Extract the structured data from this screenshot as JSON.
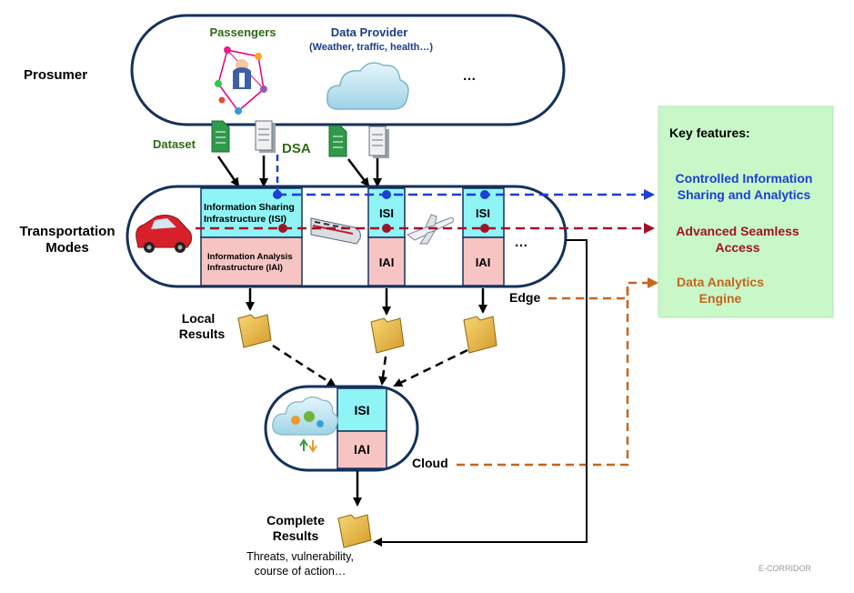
{
  "prosumer": {
    "row_label": "Prosumer",
    "passengers_label": "Passengers",
    "data_provider_label": "Data Provider",
    "data_provider_sub": "(Weather, traffic, health…)",
    "ellipsis": "…"
  },
  "inputs": {
    "dataset_label": "Dataset",
    "dsa_label": "DSA"
  },
  "transport": {
    "row_label_line1": "Transportation",
    "row_label_line2": "Modes",
    "isi_full_line1": "Information Sharing",
    "isi_full_line2": "Infrastructure (ISI)",
    "iai_full_line1": "Information Analysis",
    "iai_full_line2": "Infrastructure (IAI)",
    "isi_short": "ISI",
    "iai_short": "IAI",
    "ellipsis": "…",
    "edge_label": "Edge"
  },
  "local_results": {
    "line1": "Local",
    "line2": "Results"
  },
  "cloud": {
    "label": "Cloud",
    "isi": "ISI",
    "iai": "IAI"
  },
  "complete_results": {
    "line1": "Complete",
    "line2": "Results",
    "desc_line1": "Threats, vulnerability,",
    "desc_line2": "course of action…"
  },
  "key_features": {
    "title": "Key features:",
    "f1_line1": "Controlled Information",
    "f1_line2": "Sharing and Analytics",
    "f2_line1": "Advanced Seamless",
    "f2_line2": "Access",
    "f3_line1": "Data Analytics",
    "f3_line2": "Engine"
  },
  "watermark": "E-CORRIDOR",
  "colors": {
    "navy": "#13315c",
    "isi_fill": "#8ff4f6",
    "iai_fill": "#f7c4c4",
    "feature_panel": "#c8f7c8",
    "blue": "#1c3fd6",
    "red": "#a01228",
    "orange": "#c8641a",
    "green_text": "#2f6b12",
    "blue_text": "#1a3d8a"
  }
}
